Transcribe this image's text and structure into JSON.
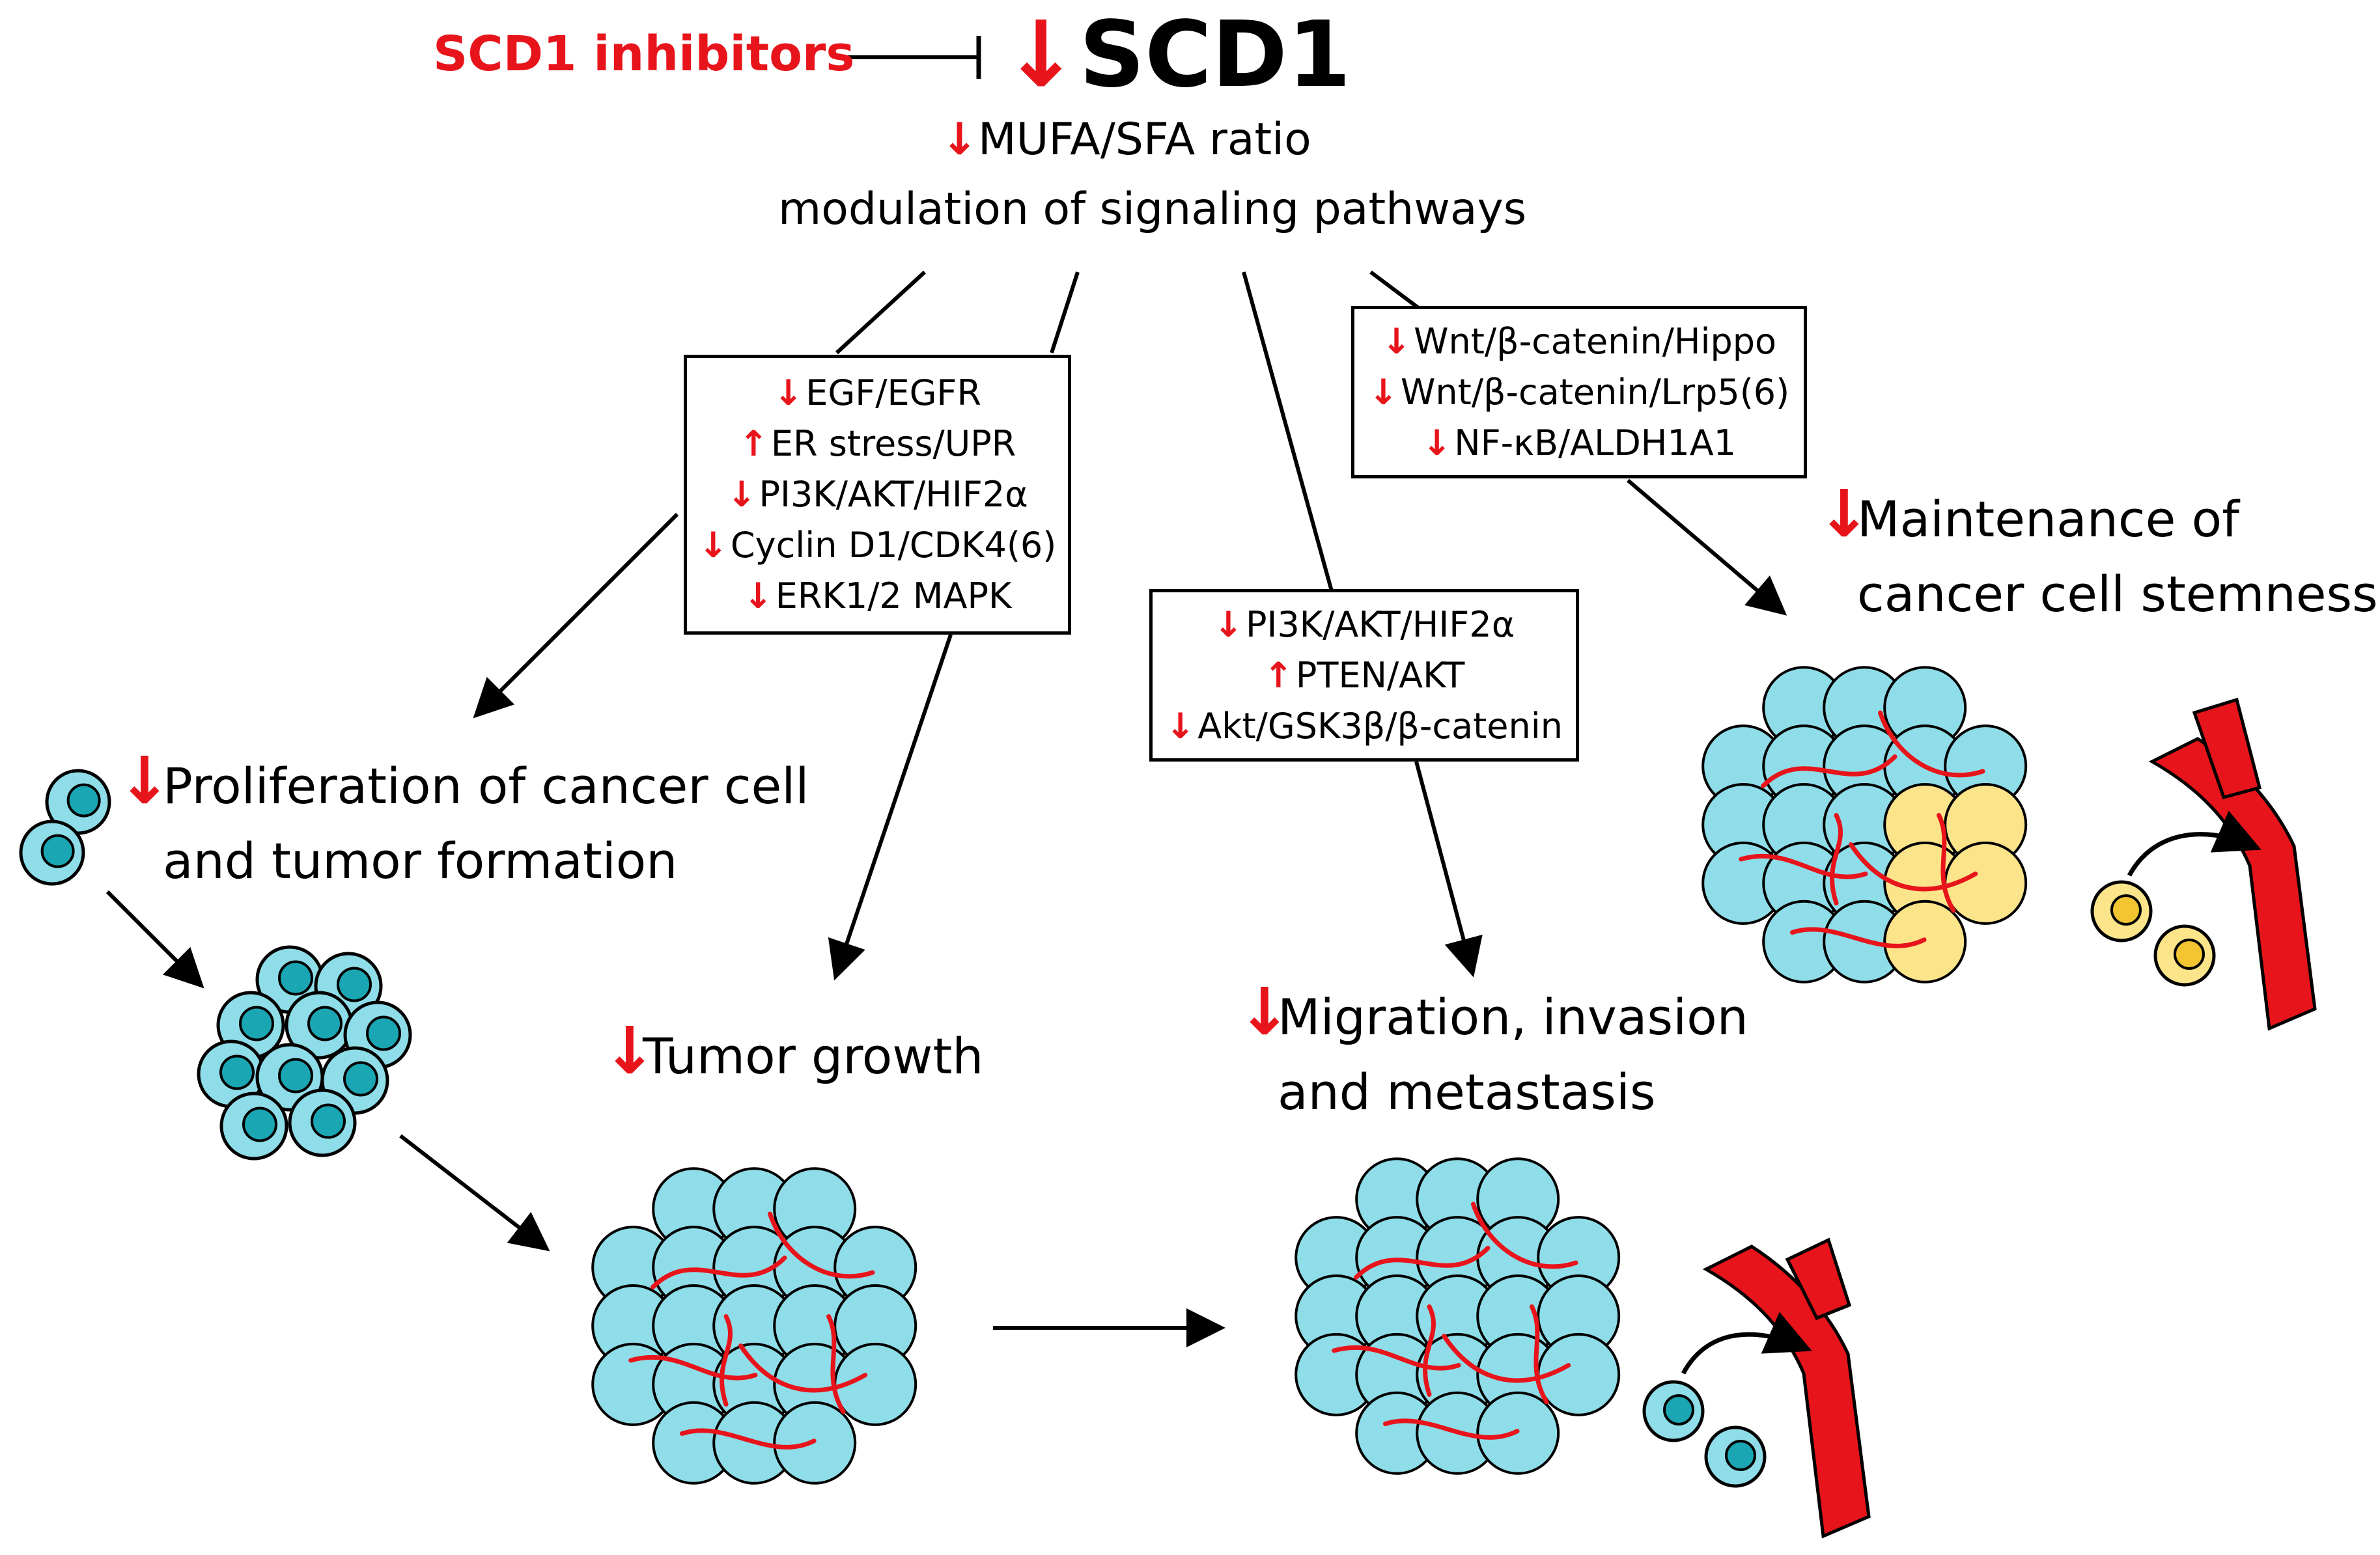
{
  "header": {
    "inhibitor_label": "SCD1 inhibitors",
    "target_label": "SCD1",
    "ratio_label": "MUFA/SFA ratio",
    "pathway_label": "modulation of signaling pathways"
  },
  "boxes": {
    "left": [
      {
        "dir": "down",
        "text": "EGF/EGFR"
      },
      {
        "dir": "up",
        "text": "ER stress/UPR"
      },
      {
        "dir": "down",
        "text": "PI3K/AKT/HIF2α"
      },
      {
        "dir": "down",
        "text": "Cyclin D1/CDK4(6)"
      },
      {
        "dir": "down",
        "text": "ERK1/2 MAPK"
      }
    ],
    "middle": [
      {
        "dir": "down",
        "text": "PI3K/AKT/HIF2α"
      },
      {
        "dir": "up",
        "text": "PTEN/AKT"
      },
      {
        "dir": "down",
        "text": "Akt/GSK3β/β-catenin"
      }
    ],
    "right": [
      {
        "dir": "down",
        "text": "Wnt/β-catenin/Hippo"
      },
      {
        "dir": "down",
        "text": "Wnt/β-catenin/Lrp5(6)"
      },
      {
        "dir": "down",
        "text": "NF-κB/ALDH1A1"
      }
    ]
  },
  "outcomes": {
    "proliferation_line1": "Proliferation of cancer cell",
    "proliferation_line2": "and tumor formation",
    "tumor_growth": "Tumor growth",
    "migration_line1": "Migration, invasion",
    "migration_line2": "and metastasis",
    "stemness_line1": "Maintenance of",
    "stemness_line2": "cancer cell stemness"
  },
  "glyphs": {
    "down": "↓",
    "up": "↑"
  },
  "colors": {
    "red": "#e8141b",
    "cell_fill": "#8fdde8",
    "nucleus_fill": "#1aa6b3",
    "stem_fill": "#fce48a",
    "stem_nucleus": "#f2c531",
    "line": "#000000",
    "vessel": "#e8141b"
  }
}
